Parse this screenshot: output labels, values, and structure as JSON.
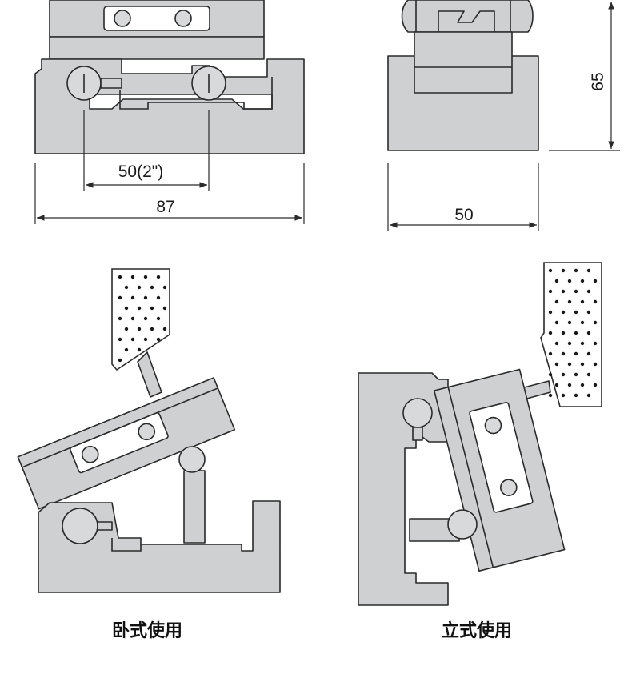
{
  "dimensions": {
    "hole_spacing": "50(2\")",
    "overall_length": "87",
    "width": "50",
    "height": "65"
  },
  "captions": {
    "horizontal_use": "卧式使用",
    "vertical_use": "立式使用"
  },
  "colors": {
    "part_fill": "#cfd0d1",
    "outline": "#2a2a2a",
    "background": "#ffffff"
  }
}
